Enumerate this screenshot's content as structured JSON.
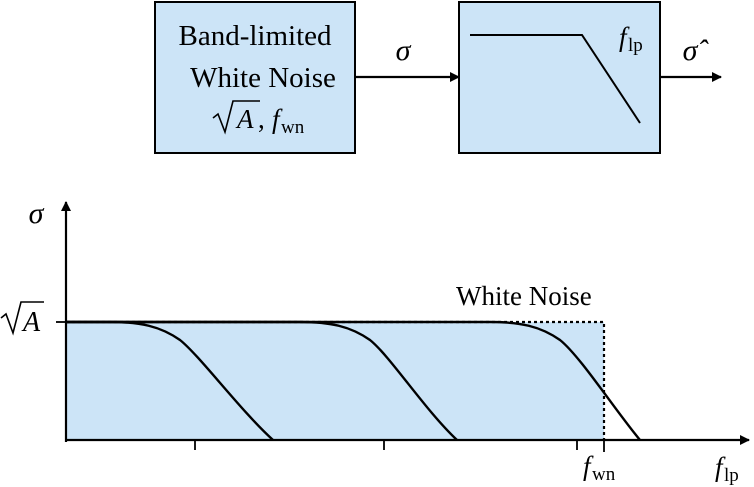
{
  "source_block": {
    "line1": "Band-limited",
    "line2": "White Noise",
    "param_radicand": "A",
    "param_sep": ",",
    "param_f": "f",
    "param_f_sub": "wn",
    "fill": "#cce4f7"
  },
  "signal_in": "σ",
  "filter_block": {
    "cutoff_f": "f",
    "cutoff_sub": "lp",
    "fill": "#cce4f7"
  },
  "signal_out": "σ̂",
  "plot": {
    "y_axis_label": "σ",
    "y_level_radicand": "A",
    "white_noise_label": "White Noise",
    "x_marker_f": "f",
    "x_marker_sub": "wn",
    "x_axis_f": "f",
    "x_axis_sub": "lp",
    "fill": "#cce4f7"
  }
}
